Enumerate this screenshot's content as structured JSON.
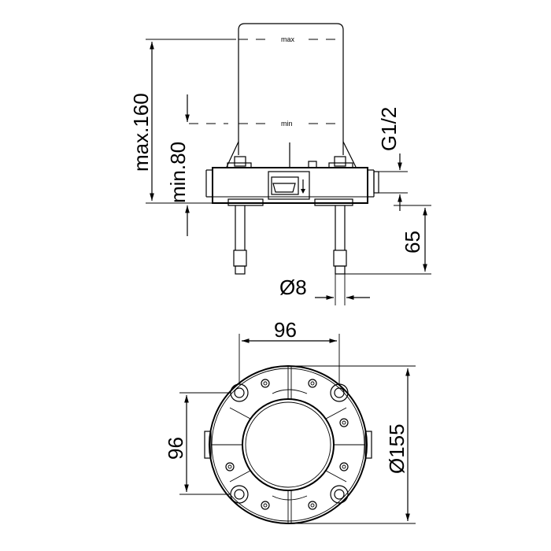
{
  "side_view": {
    "label_max_mark": "max",
    "label_min_mark": "min",
    "dim_max_height": "max.160",
    "dim_min_height": "min.80",
    "dim_thread": "G1/2",
    "dim_pin_length": "65",
    "dim_pin_diameter": "Ø8"
  },
  "top_view": {
    "dim_hole_spacing_horizontal": "96",
    "dim_hole_spacing_vertical": "96",
    "dim_outer_diameter": "Ø155"
  }
}
